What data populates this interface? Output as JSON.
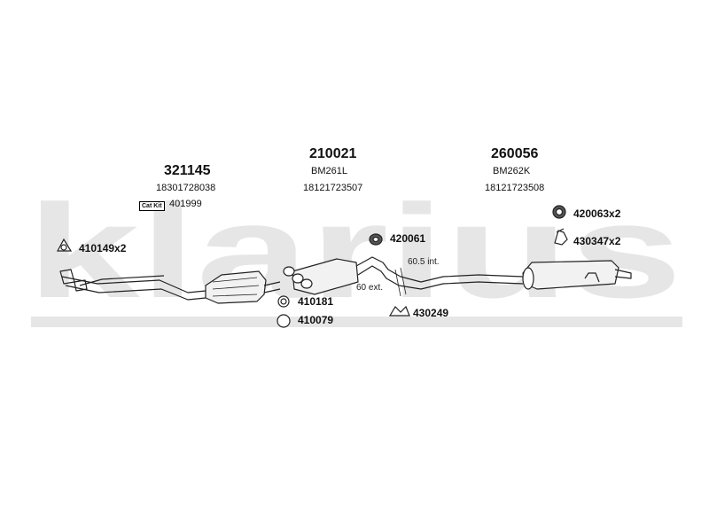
{
  "watermark": "klarius",
  "sections": [
    {
      "main": "321145",
      "sub": [
        "18301728038"
      ]
    },
    {
      "main": "210021",
      "sub": [
        "BM261L",
        "18121723507"
      ]
    },
    {
      "main": "260056",
      "sub": [
        "BM262K",
        "18121723508"
      ]
    }
  ],
  "catkit": {
    "badge": "Cat Kit",
    "part": "401999"
  },
  "parts": {
    "p410149": "410149x2",
    "p420061": "420061",
    "p410181": "410181",
    "p410079": "410079",
    "p430249": "430249",
    "p420063": "420063x2",
    "p430347": "430347x2"
  },
  "notes": {
    "int": "60.5 int.",
    "ext": "60 ext."
  }
}
